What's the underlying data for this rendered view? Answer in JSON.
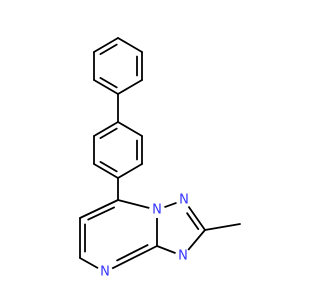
{
  "colors": {
    "bond": "#000000",
    "nitrogen": "#3333ff",
    "background": "#ffffff"
  },
  "atoms": [
    {
      "id": "N1",
      "label": "N"
    },
    {
      "id": "N2",
      "label": "N"
    },
    {
      "id": "N3",
      "label": "N"
    },
    {
      "id": "N4",
      "label": "N"
    }
  ]
}
